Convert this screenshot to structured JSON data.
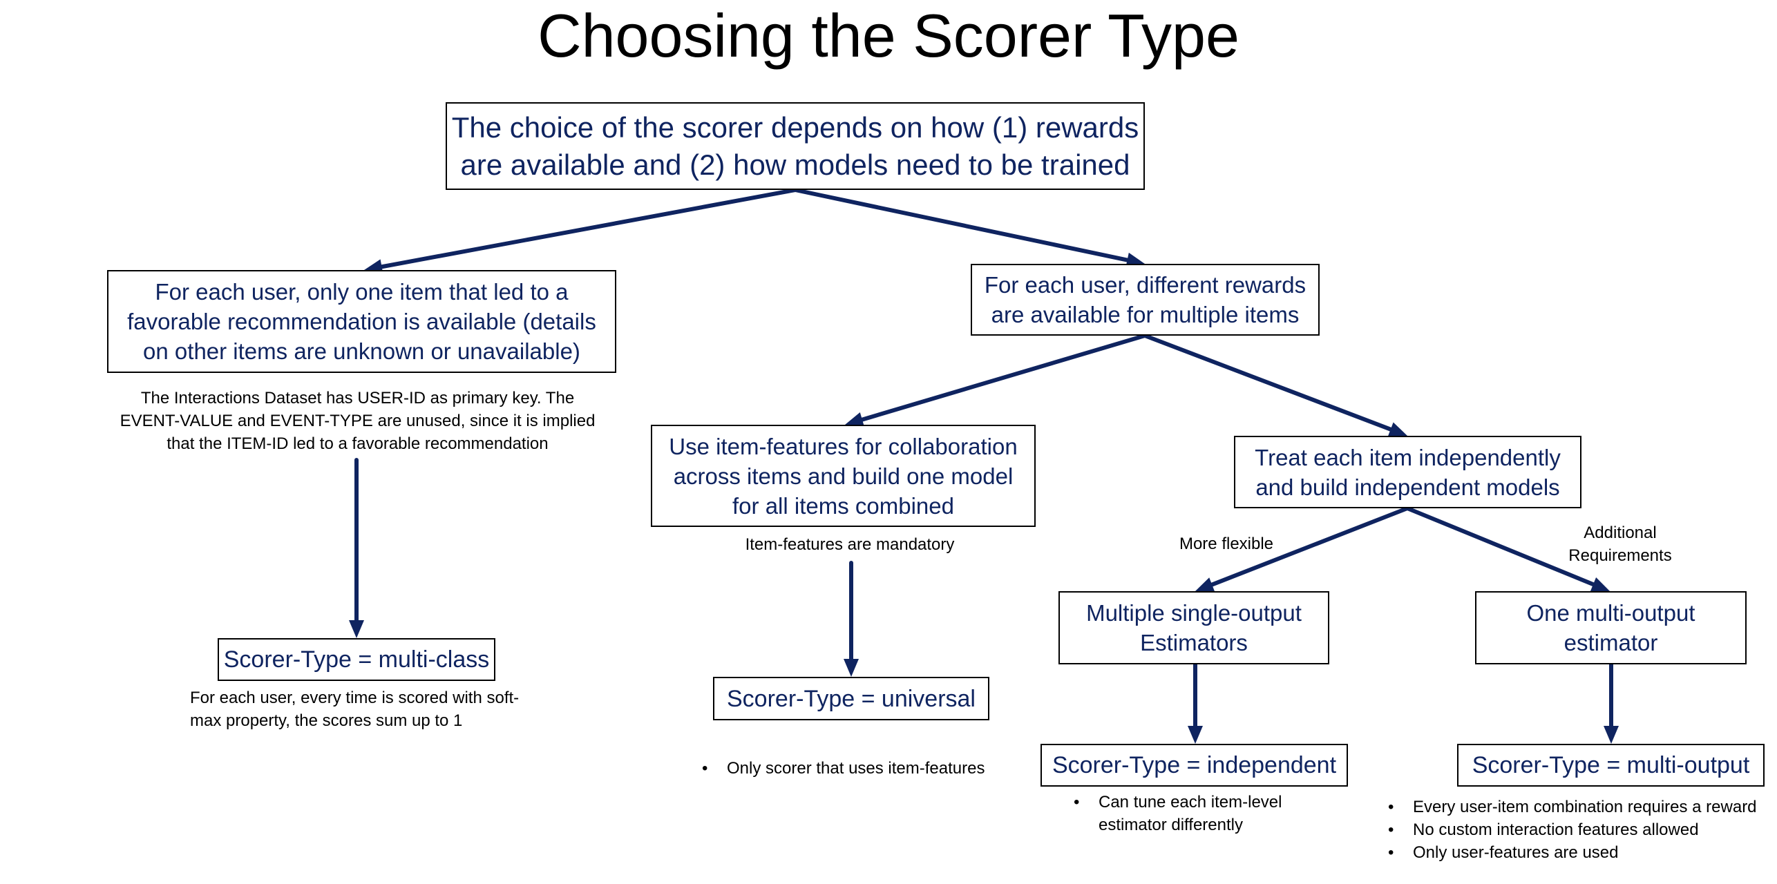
{
  "title": "Choosing the Scorer Type",
  "colors": {
    "box_text": "#0f2460",
    "arrow": "#0f2460",
    "box_border": "#000000",
    "note_text": "#000000"
  },
  "nodes": {
    "root": "The choice of the scorer depends on how (1) rewards\nare available and (2) how models need to be trained",
    "one_item": "For each user, only one item that led to a\nfavorable recommendation is available (details\non other items are unknown or unavailable)",
    "multi_rewards": "For each user, different rewards\nare available for multiple items",
    "item_features": "Use item-features for collaboration\nacross items and build one model\nfor all items combined",
    "independent_items": "Treat each item independently\nand build independent models",
    "single_output": "Multiple single-output\nEstimators",
    "multi_output": "One multi-output\nestimator",
    "scorer_multiclass": "Scorer-Type = multi-class",
    "scorer_universal": "Scorer-Type = universal",
    "scorer_independent": "Scorer-Type = independent",
    "scorer_multioutput": "Scorer-Type = multi-output"
  },
  "notes": {
    "interactions": "The Interactions Dataset has USER-ID as primary key. The\nEVENT-VALUE and EVENT-TYPE are unused, since it is implied\nthat the ITEM-ID led to a favorable recommendation",
    "item_features_mandatory": "Item-features are mandatory",
    "more_flexible": "More flexible",
    "additional_requirements": "Additional\nRequirements",
    "multiclass_desc": "For each user, every time is scored with soft-\nmax property, the scores sum up to 1"
  },
  "bullets": {
    "universal": [
      "Only scorer that uses item-features"
    ],
    "independent": [
      "Can tune each item-level\nestimator differently"
    ],
    "multioutput": [
      "Every user-item combination requires a reward",
      "No custom interaction features allowed",
      "Only user-features are used"
    ]
  }
}
